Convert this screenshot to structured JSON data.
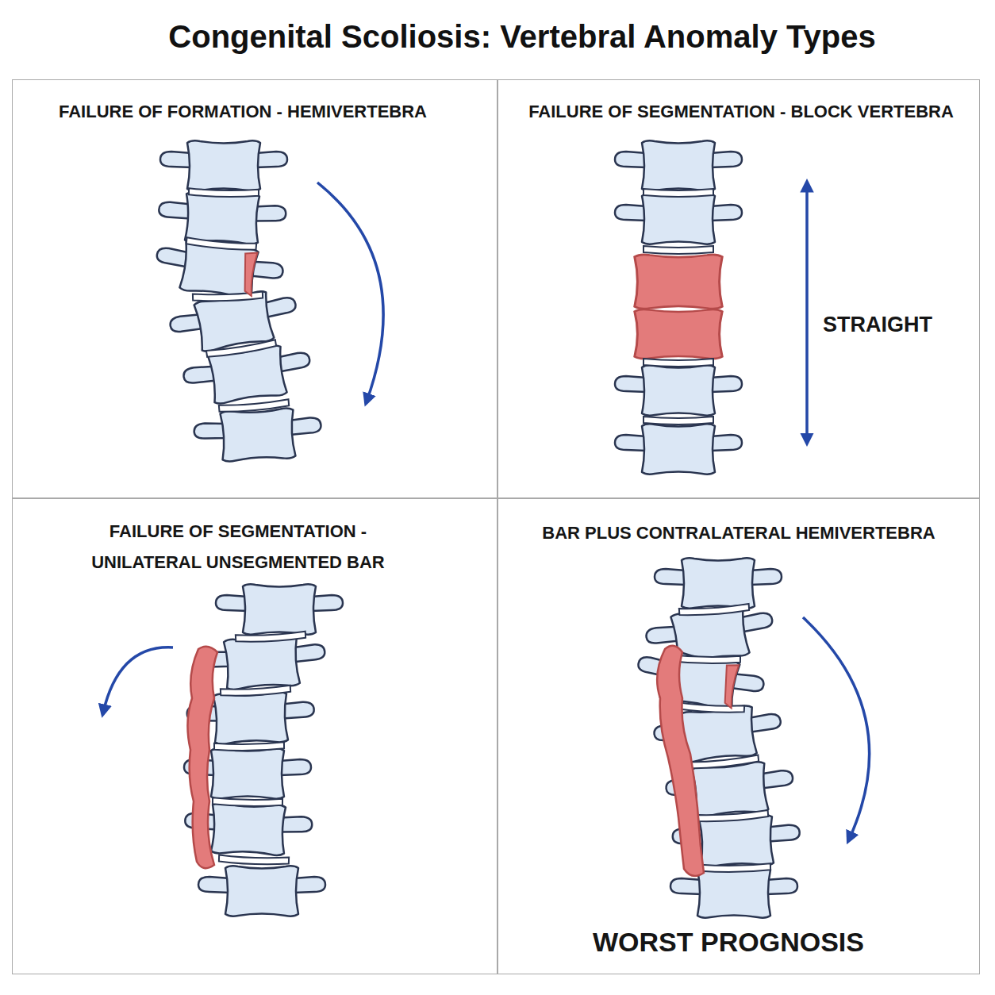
{
  "diagram": {
    "title": "Congenital Scoliosis: Vertebral Anomaly Types",
    "nodes": [
      {
        "text": [
          "FAILURE OF FORMATION - HEMIVERTEBRA"
        ]
      },
      {
        "text": [
          "FAILURE OF SEGMENTATION - BLOCK VERTEBRA",
          "STRAIGHT"
        ]
      },
      {
        "text": [
          "FAILURE OF SEGMENTATION - UNILATERAL UNSEGMENTED BAR"
        ]
      },
      {
        "text": [
          "BAR PLUS CONTRALATERAL HEMIVERTEBRA",
          "WORST PROGNOSIS"
        ]
      }
    ]
  }
}
